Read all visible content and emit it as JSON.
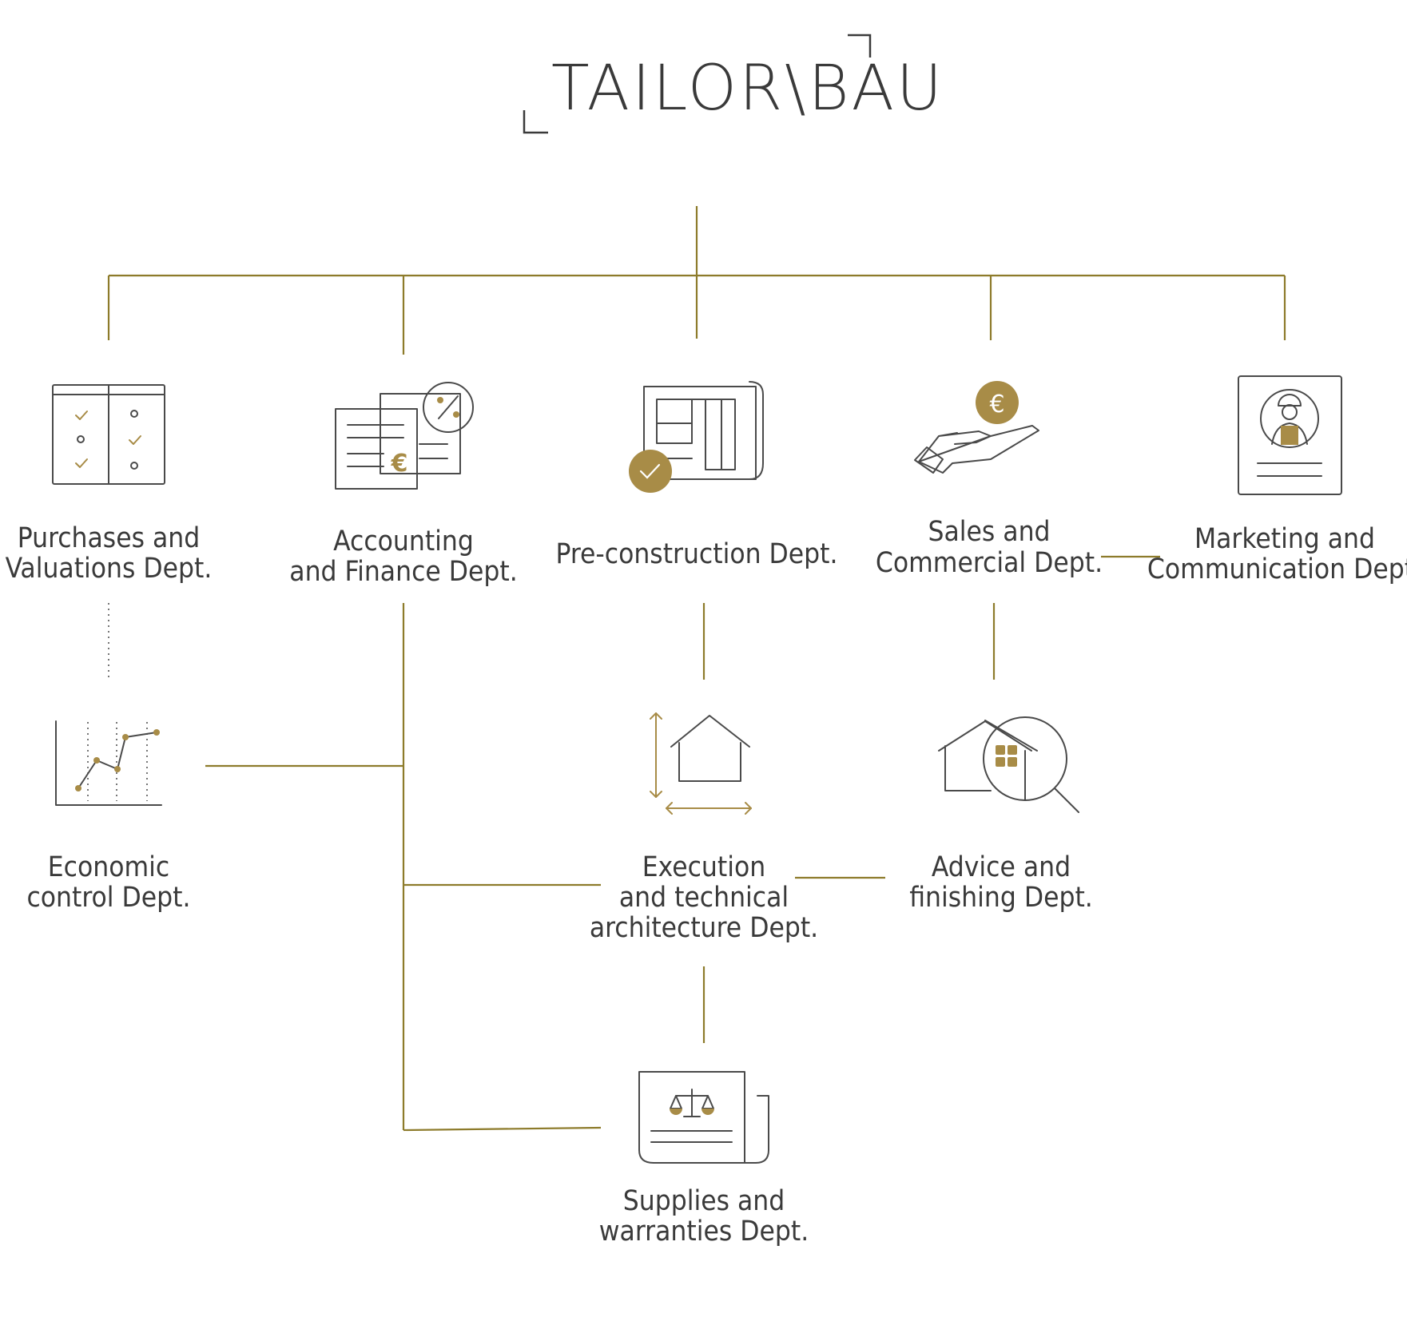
{
  "logo": {
    "text": "TAILOR\\BAU"
  },
  "colors": {
    "accent": "#a88c47",
    "line": "#8d7b2b",
    "text": "#3a3a3a",
    "icon": "#4a4a4a"
  },
  "departments": {
    "purchases": {
      "line1": "Purchases and",
      "line2": "Valuations Dept.",
      "icon": "checklist-icon"
    },
    "accounting": {
      "line1": "Accounting",
      "line2": "and Finance Dept.",
      "icon": "invoice-percent-icon"
    },
    "preconstruction": {
      "line1": "Pre-construction Dept.",
      "icon": "blueprint-check-icon"
    },
    "sales": {
      "line1": "Sales and",
      "line2": "Commercial Dept.",
      "icon": "hand-coin-icon"
    },
    "marketing": {
      "line1": "Marketing and",
      "line2": "Communication Dept.",
      "icon": "worker-profile-icon"
    },
    "economic": {
      "line1": "Economic",
      "line2": "control Dept.",
      "icon": "line-chart-icon"
    },
    "execution": {
      "line1": "Execution",
      "line2": "and technical",
      "line3": "architecture Dept.",
      "icon": "house-dimensions-icon"
    },
    "advice": {
      "line1": "Advice and",
      "line2": "finishing Dept.",
      "icon": "house-magnifier-icon"
    },
    "supplies": {
      "line1": "Supplies and",
      "line2": "warranties Dept.",
      "icon": "contract-scales-icon"
    }
  },
  "icon_glyphs": {
    "euro": "€",
    "check": "✓",
    "percent": "%"
  }
}
